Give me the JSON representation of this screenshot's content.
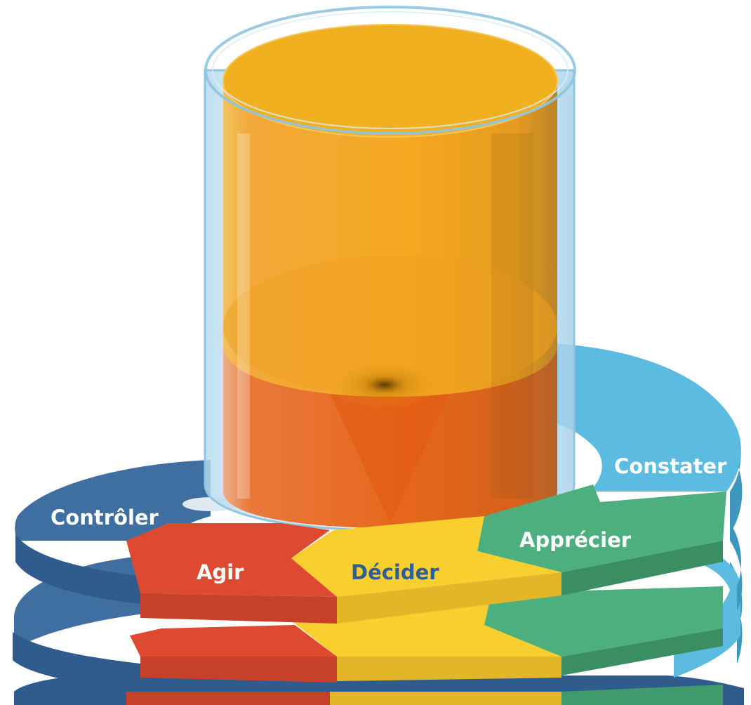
{
  "labels": {
    "constater": "Constater",
    "apprecier": "Apprécier",
    "decider": "Décider",
    "agir": "Agir",
    "controler": "Contrôler"
  },
  "colors": {
    "constater": "#5bbbe0",
    "apprecier": "#4caf7d",
    "decider": "#f9cf30",
    "agir": "#dd4a31",
    "controler": "#3f6fa0",
    "liquid_top": "#f4a21c",
    "liquid_bottom": "#e66a1a",
    "glass": "#cfe8f4",
    "label_white": "#ffffff",
    "label_blue": "#2e5f96"
  }
}
